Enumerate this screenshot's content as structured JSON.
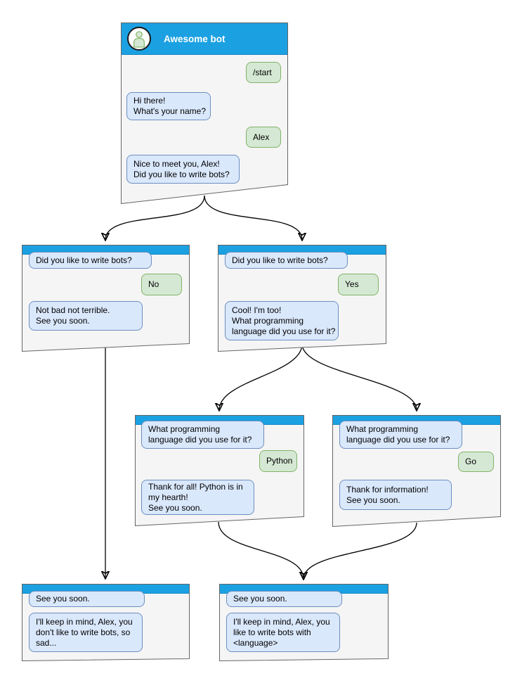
{
  "colors": {
    "header_blue": "#1ba1e2",
    "window_fill": "#f5f5f5",
    "window_border": "#666666",
    "bot_bubble_fill": "#dae8fc",
    "bot_bubble_border": "#6c8ebf",
    "user_bubble_fill": "#d5e8d4",
    "user_bubble_border": "#82b366",
    "title_text": "#ffffff",
    "arrow": "#000000"
  },
  "windows": [
    {
      "id": "main",
      "title": "Awesome bot",
      "avatar": "person-icon",
      "messages": [
        {
          "from": "user",
          "text": "/start"
        },
        {
          "from": "bot",
          "text": "Hi there!\nWhat's your name?"
        },
        {
          "from": "user",
          "text": "Alex"
        },
        {
          "from": "bot",
          "text": "Nice to meet you, Alex!\nDid you like to write bots?"
        }
      ]
    },
    {
      "id": "branch-no",
      "messages": [
        {
          "from": "bot",
          "text": "Did you like to write bots?"
        },
        {
          "from": "user",
          "text": "No"
        },
        {
          "from": "bot",
          "text": "Not bad not terrible.\nSee you soon."
        }
      ]
    },
    {
      "id": "branch-yes",
      "messages": [
        {
          "from": "bot",
          "text": "Did you like to write bots?"
        },
        {
          "from": "user",
          "text": "Yes"
        },
        {
          "from": "bot",
          "text": "Cool! I'm too!\nWhat programming\nlanguage did you use for it?"
        }
      ]
    },
    {
      "id": "branch-python",
      "messages": [
        {
          "from": "bot",
          "text": "What programming\nlanguage did you use for it?"
        },
        {
          "from": "user",
          "text": "Python"
        },
        {
          "from": "bot",
          "text": "Thank for all! Python is in\nmy hearth!\nSee you soon."
        }
      ]
    },
    {
      "id": "branch-go",
      "messages": [
        {
          "from": "bot",
          "text": "What programming\nlanguage did you use for it?"
        },
        {
          "from": "user",
          "text": "Go"
        },
        {
          "from": "bot",
          "text": "Thank for information!\nSee you soon."
        }
      ]
    },
    {
      "id": "end-no",
      "messages": [
        {
          "from": "bot",
          "text": "See you soon."
        },
        {
          "from": "bot",
          "text": "I'll keep in mind, Alex, you\ndon't like to write bots, so\nsad..."
        }
      ]
    },
    {
      "id": "end-yes",
      "messages": [
        {
          "from": "bot",
          "text": "See you soon."
        },
        {
          "from": "bot",
          "text": "I'll keep in mind, Alex, you\nlike to write bots with\n<language>"
        }
      ]
    }
  ]
}
